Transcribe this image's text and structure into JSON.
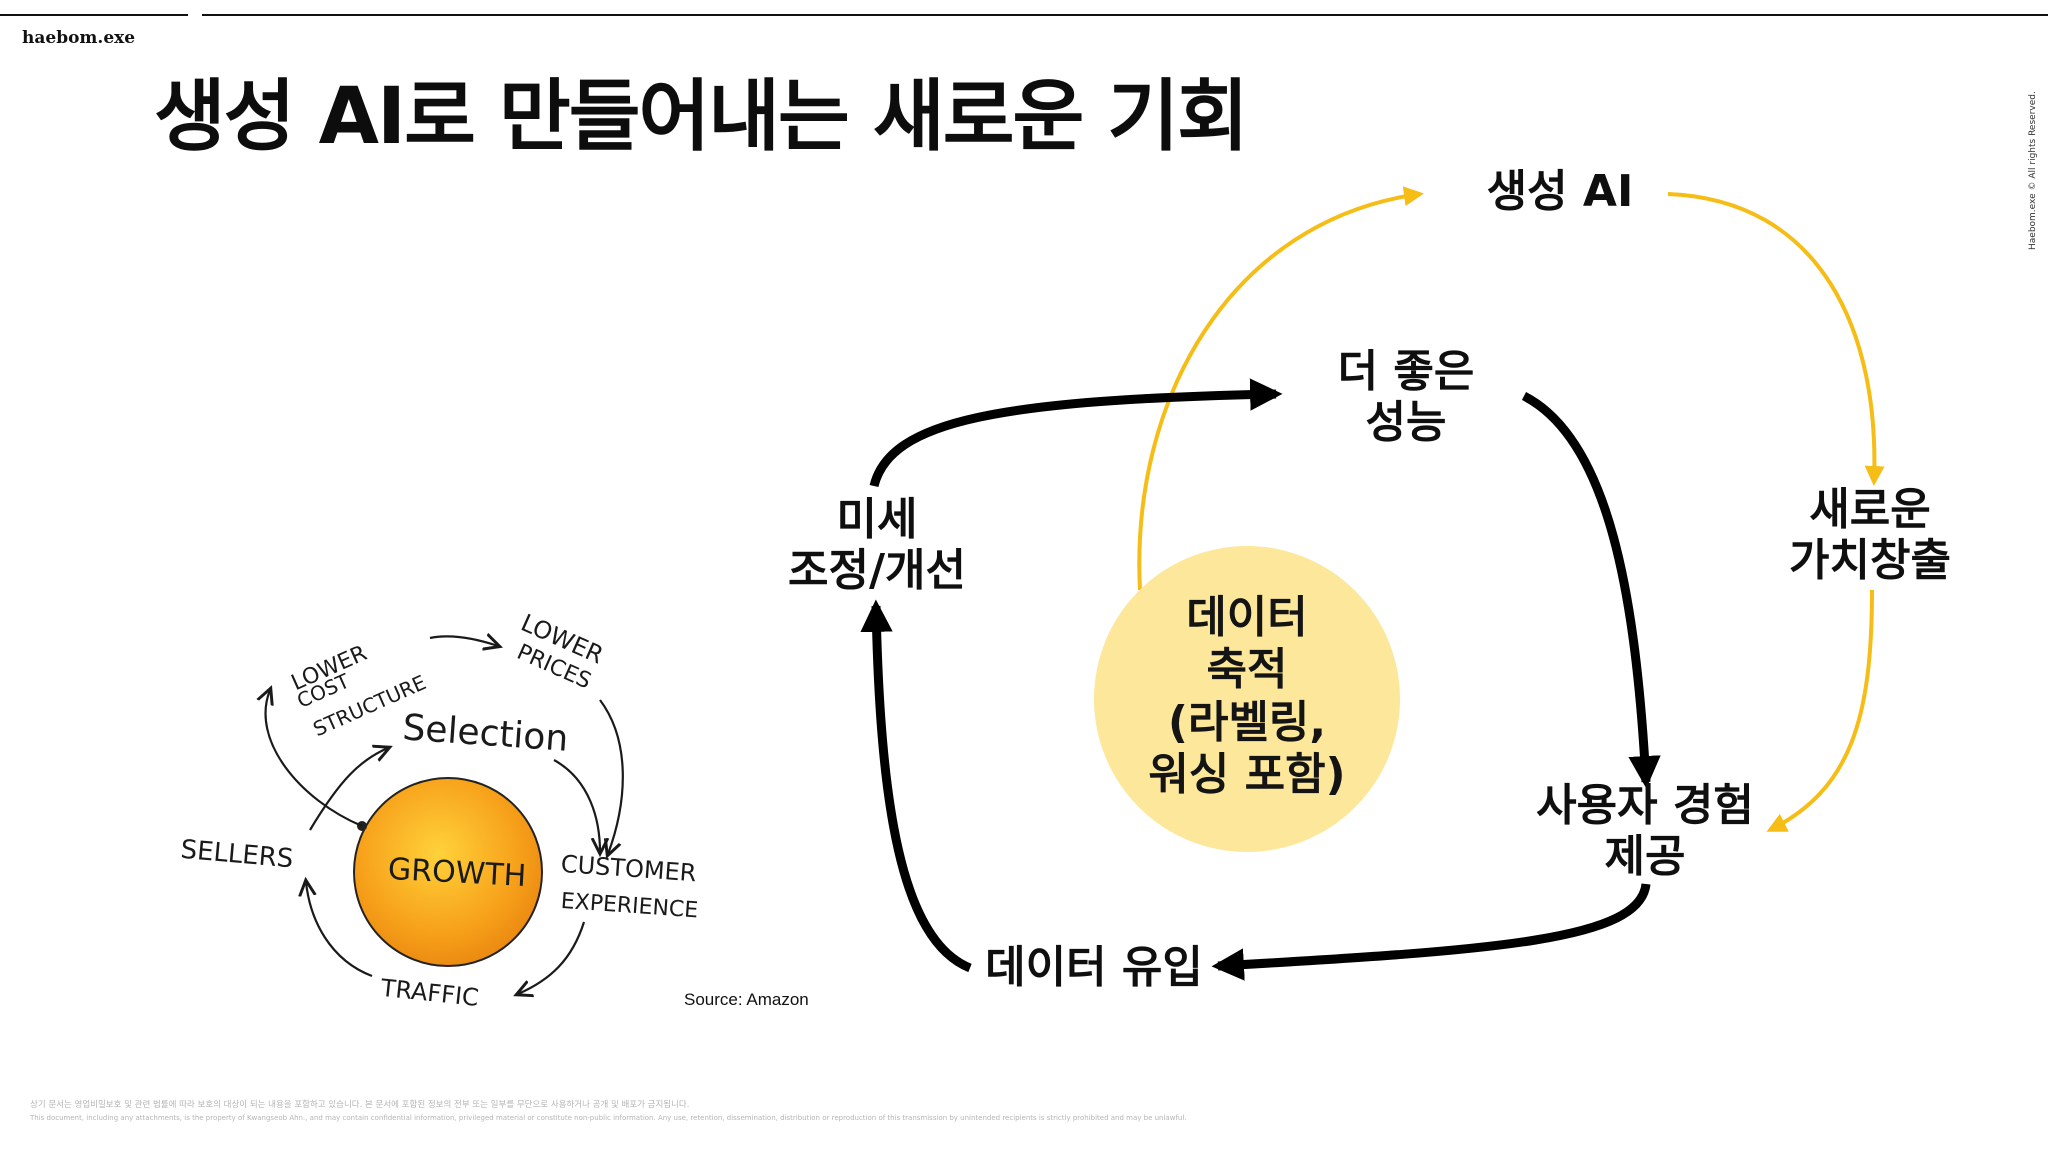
{
  "brand": "haebom.exe",
  "title": "생성 AI로 만들어내는 새로운 기회",
  "copyright": "Haebom.exe © All rights Reserved.",
  "cycle": {
    "generative_ai": "생성 AI",
    "better_performance": [
      "더 좋은",
      "성능"
    ],
    "new_value": [
      "새로운",
      "가치창출"
    ],
    "user_experience": [
      "사용자 경험",
      "제공"
    ],
    "data_inflow": "데이터 유입",
    "fine_tuning": [
      "미세",
      "조정/개선"
    ],
    "center": [
      "데이터",
      "축적",
      "(라벨링,",
      "워싱 포함)"
    ]
  },
  "flywheel": {
    "growth": "GROWTH",
    "selection": "Selection",
    "customer_experience": [
      "CUSTOMER",
      "EXPERIENCE"
    ],
    "traffic": "TRAFFIC",
    "sellers": "SELLERS",
    "lower_cost_structure": [
      "LOWER",
      "COST",
      "STRUCTURE"
    ],
    "lower_prices": [
      "LOWER",
      "PRICES"
    ]
  },
  "source": "Source: Amazon",
  "footer": {
    "line1": "상기 문서는 영업비밀보호 및 관련 법률에 따라 보호의 대상이 되는 내용을 포함하고 있습니다. 본 문서에 포함된 정보의 전부 또는 일부를 무단으로 사용하거나 공개 및 배포가 금지됩니다.",
    "line2": "This document, including any attachments, is the property of Kwangseob Ahn., and may contain confidential information, privileged material or constitute non-public information. Any use, retention, dissemination, distribution or reproduction of this transmission by unintended recipients is strictly prohibited and may be unlawful."
  },
  "colors": {
    "accent_yellow": "#f5bd16",
    "circle_fill": "#fde79a",
    "growth_orange": "#f7a11a",
    "arrow_black": "#000000"
  }
}
